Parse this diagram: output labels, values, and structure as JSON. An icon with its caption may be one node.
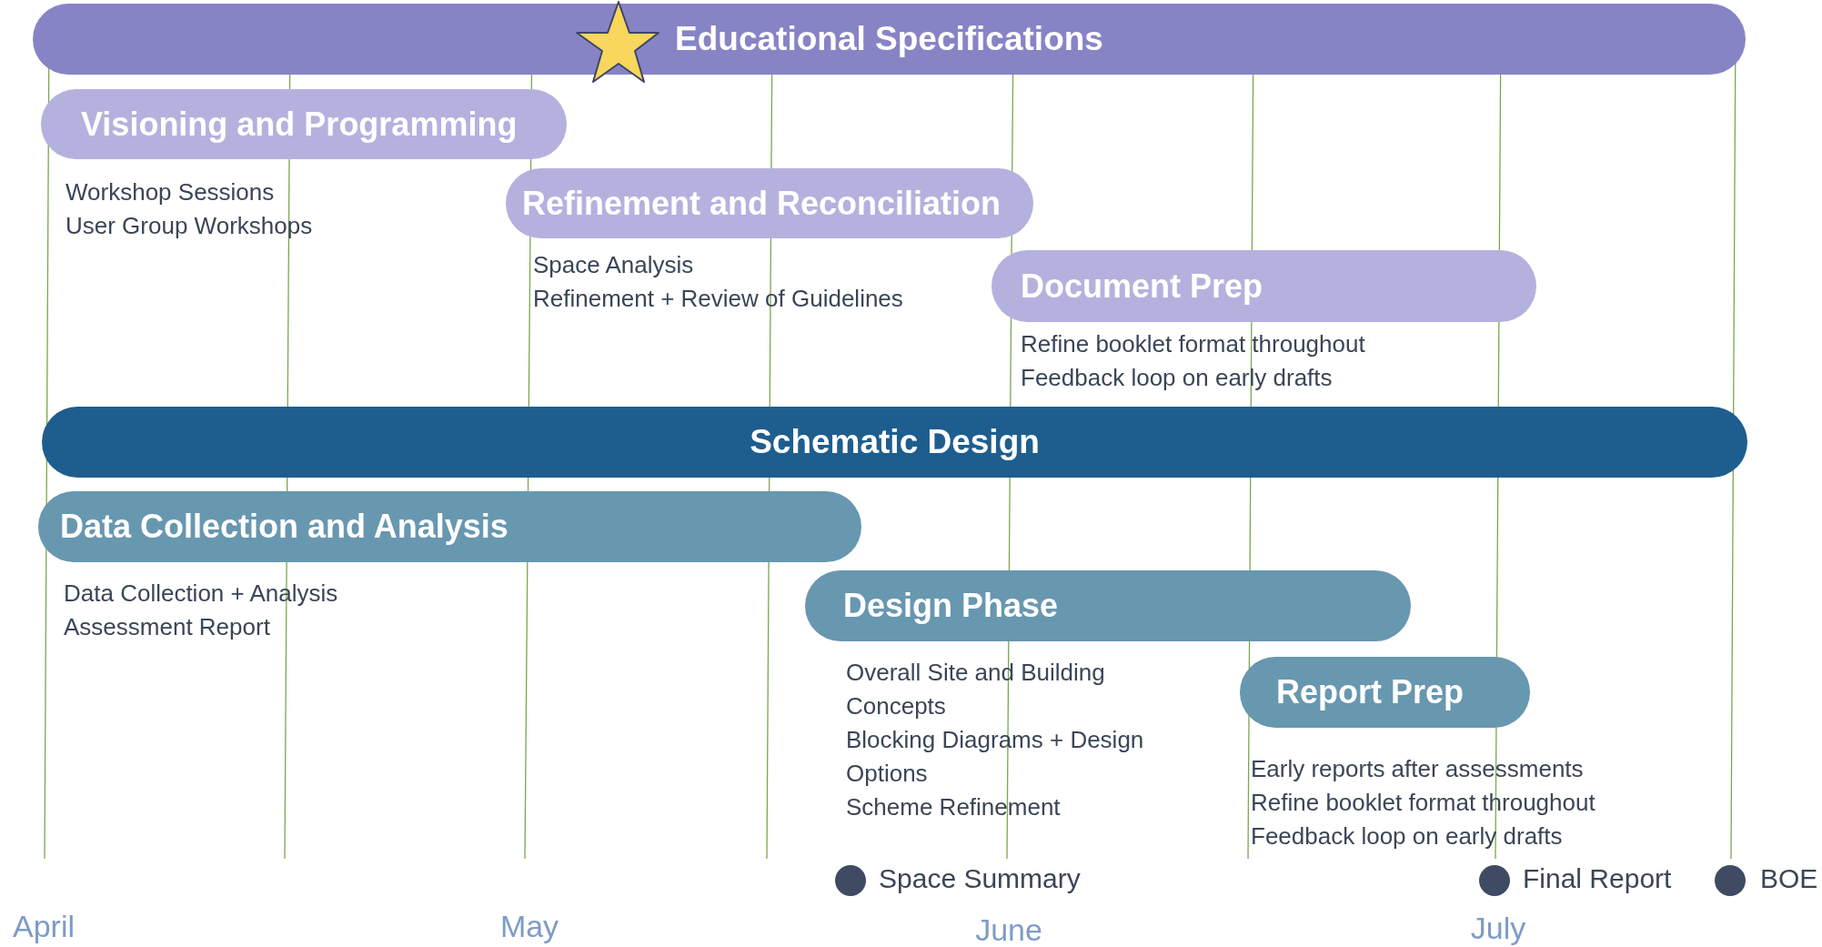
{
  "diagram": {
    "nodes": [
      {
        "text": [
          "Educational Specifications"
        ]
      },
      {
        "text": [
          "Visioning and Programming"
        ],
        "beside": [
          "Workshop Sessions",
          "User Group Workshops"
        ]
      },
      {
        "text": [
          "Refinement and Reconciliation"
        ],
        "beside": [
          "Space Analysis",
          "Refinement + Review of Guidelines"
        ]
      },
      {
        "text": [
          "Document Prep"
        ],
        "beside": [
          "Refine booklet format throughout",
          "Feedback loop on early drafts"
        ]
      },
      {
        "text": [
          "Schematic Design"
        ]
      },
      {
        "text": [
          "Data Collection and Analysis"
        ],
        "beside": [
          "Data Collection + Analysis",
          "Assessment Report"
        ]
      },
      {
        "text": [
          "Design Phase"
        ],
        "beside": [
          "Overall Site and Building Concepts",
          "Blocking Diagrams + Design Options",
          "Scheme Refinement"
        ]
      },
      {
        "text": [
          "Report Prep"
        ],
        "beside": [
          "Early reports after assessments",
          "Refine booklet format throughout",
          "Feedback loop on early drafts"
        ]
      },
      {
        "text": [],
        "shape": "circle",
        "beside": [
          "Space Summary"
        ]
      },
      {
        "text": [],
        "shape": "circle",
        "beside": [
          "Final Report"
        ]
      },
      {
        "text": [],
        "shape": "circle",
        "beside": [
          "BOE"
        ]
      }
    ],
    "labels": [
      "April",
      "May",
      "June",
      "July"
    ]
  }
}
